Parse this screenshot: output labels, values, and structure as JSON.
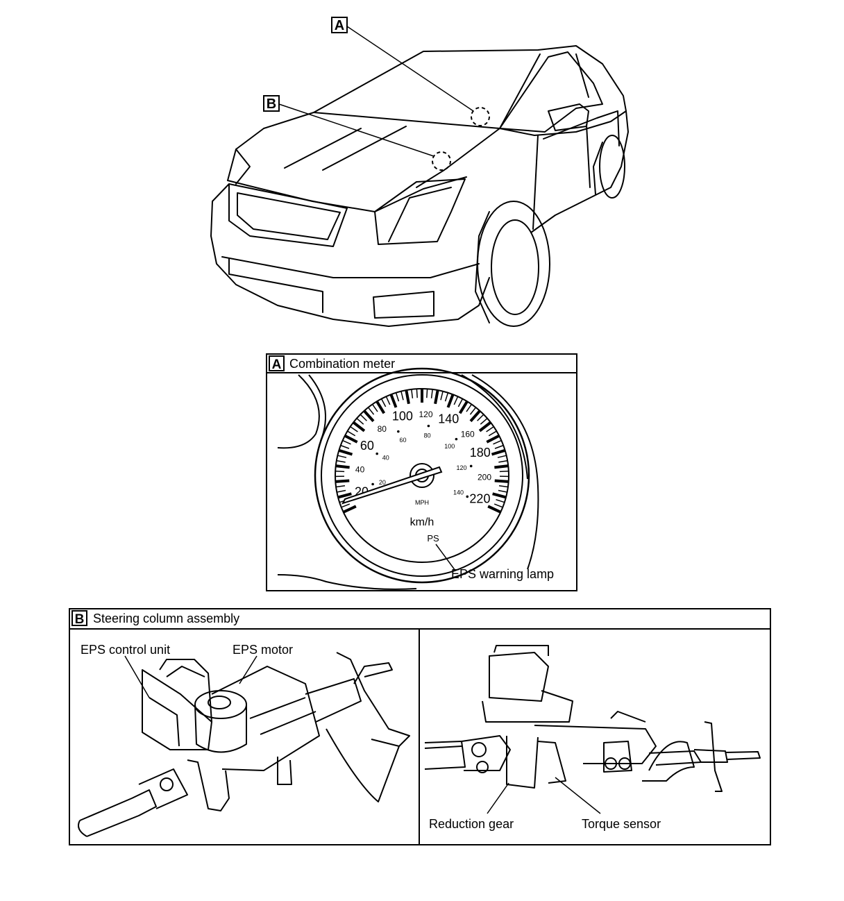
{
  "callouts": {
    "a": "A",
    "b": "B"
  },
  "panel_a": {
    "letter": "A",
    "title": "Combination meter",
    "speedo": {
      "mph_ticks": [
        "20",
        "40",
        "60",
        "80",
        "100",
        "120",
        "140"
      ],
      "kmh_ticks": [
        "20",
        "40",
        "60",
        "80",
        "100",
        "120",
        "140",
        "160",
        "180",
        "200",
        "220"
      ],
      "mph_label": "MPH",
      "kmh_label": "km/h",
      "ps_label": "PS"
    },
    "callout_label": "EPS warning lamp"
  },
  "panel_b": {
    "letter": "B",
    "title": "Steering column assembly",
    "left_labels": {
      "control_unit": "EPS control unit",
      "motor": "EPS motor"
    },
    "right_labels": {
      "reduction_gear": "Reduction gear",
      "torque_sensor": "Torque sensor"
    }
  }
}
